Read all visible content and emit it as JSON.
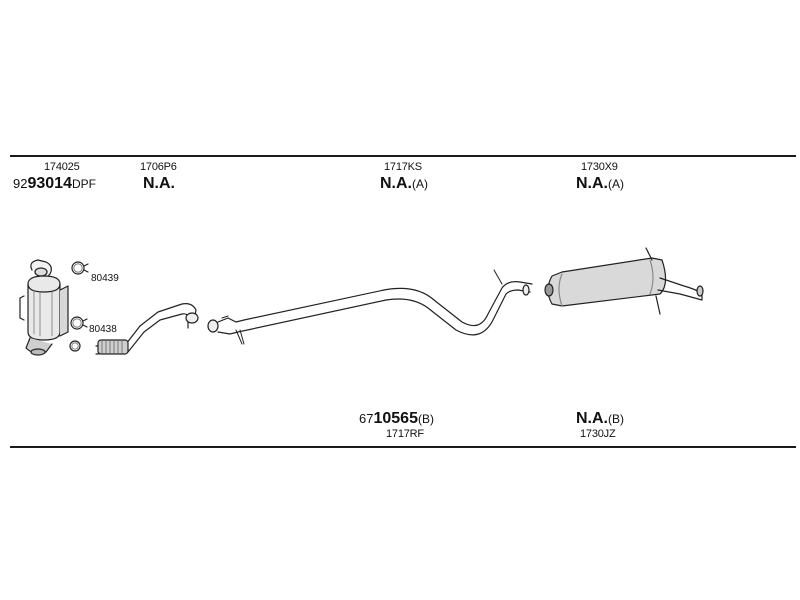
{
  "top_row": [
    {
      "code": "174025",
      "part_prefix": "92",
      "part_number": "93014",
      "part_suffix": "DPF"
    },
    {
      "code": "1706P6",
      "status": "N.A.",
      "status_suffix": ""
    },
    {
      "code": "1717KS",
      "status": "N.A.",
      "status_suffix": "(A)"
    },
    {
      "code": "1730X9",
      "status": "N.A.",
      "status_suffix": "(A)"
    }
  ],
  "bottom_row": [
    {
      "code": "1717RF",
      "part_prefix": "67",
      "part_number": "10565",
      "part_suffix": "(B)"
    },
    {
      "code": "1730JZ",
      "status": "N.A.",
      "status_suffix": "(B)"
    }
  ],
  "clamps": [
    {
      "label": "80439"
    },
    {
      "label": "80438"
    }
  ]
}
